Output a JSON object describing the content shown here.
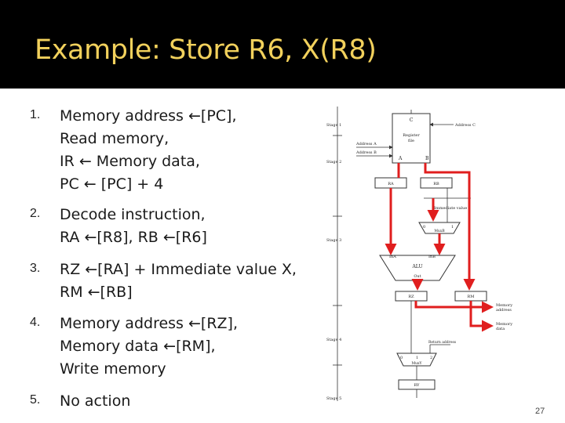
{
  "title": "Example:  Store R6, X(R8)",
  "steps": [
    {
      "number": "1.",
      "lines": [
        "Memory address ←[PC],",
        "Read memory,",
        "IR ← Memory data,",
        "PC ← [PC] + 4"
      ]
    },
    {
      "number": "2.",
      "lines": [
        "Decode instruction,",
        "RA ←[R8], RB ←[R6]"
      ]
    },
    {
      "number": "3.",
      "lines": [
        "RZ ←[RA] + Immediate value X,",
        "RM ←[RB]"
      ]
    },
    {
      "number": "4.",
      "lines": [
        "Memory address ←[RZ],",
        "Memory data ←[RM],",
        "Write memory"
      ]
    },
    {
      "number": "5.",
      "lines": [
        "No action"
      ]
    }
  ],
  "diagram": {
    "stages": [
      "Stage 1",
      "Stage 2",
      "Stage 3",
      "Stage 4",
      "Stage 5"
    ],
    "labels": {
      "c": "C",
      "address_c": "Address C",
      "register_file_1": "Register",
      "register_file_2": "file",
      "address_a": "Address A",
      "address_b": "Address B",
      "a": "A",
      "b": "B",
      "ra": "RA",
      "rb": "RB",
      "immediate_value": "Immediate value",
      "muxb": "MuxB",
      "muxb_0": "0",
      "muxb_1": "1",
      "in_a": "InA",
      "in_b": "InB",
      "alu": "ALU",
      "out": "Out",
      "rz": "RZ",
      "rm": "RM",
      "memory_address_1": "Memory",
      "memory_address_2": "address",
      "memory_data_1": "Memory",
      "memory_data_2": "data",
      "return_address": "Return address",
      "muxy_0": "0",
      "muxy_1": "1",
      "muxy_2": "2",
      "muxy": "MuxY",
      "ry": "RY"
    },
    "colors": {
      "highlight": "#e01e1e",
      "line": "#333333"
    }
  },
  "page_number": "27"
}
